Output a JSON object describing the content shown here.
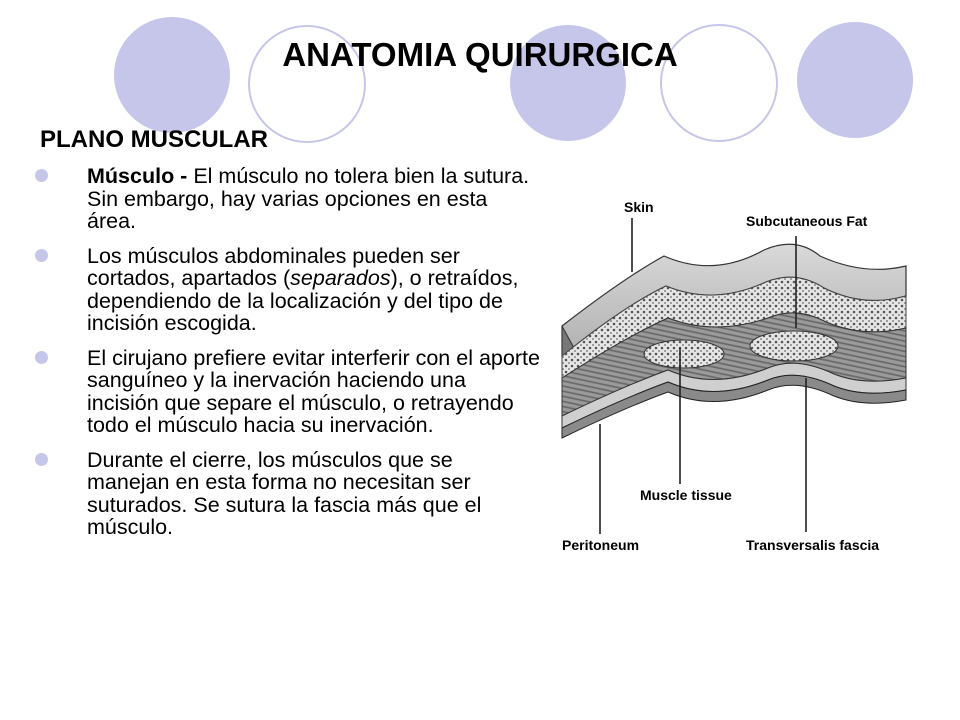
{
  "slide": {
    "title": "ANATOMIA QUIRURGICA",
    "subtitle": "PLANO MUSCULAR",
    "bullets": [
      {
        "bold": "Músculo - ",
        "text": "El músculo no tolera bien la sutura. Sin embargo, hay varias opciones en esta área."
      },
      {
        "pre": "Los músculos abdominales pueden ser cortados, apartados (",
        "italic": "separados",
        "post": "), o retraídos, dependiendo de la localización y del tipo de incisión escogida."
      },
      {
        "text": "El cirujano prefiere evitar interferir con el aporte sanguíneo y la inervación haciendo una incisión que separe el músculo, o retrayendo todo el músculo hacia su inervación."
      },
      {
        "text": "Durante el cierre, los músculos que se manejan en esta forma no necesitan ser suturados. Se sutura la fascia más que el músculo."
      }
    ]
  },
  "figure": {
    "labels": {
      "skin": "Skin",
      "subcutaneous_fat": "Subcutaneous Fat",
      "muscle_tissue": "Muscle tissue",
      "peritoneum": "Peritoneum",
      "transversalis_fascia": "Transversalis fascia"
    }
  },
  "colors": {
    "circle_fill": "#c6c6ea",
    "circle_stroke": "#c6c6ea",
    "text": "#000000"
  }
}
